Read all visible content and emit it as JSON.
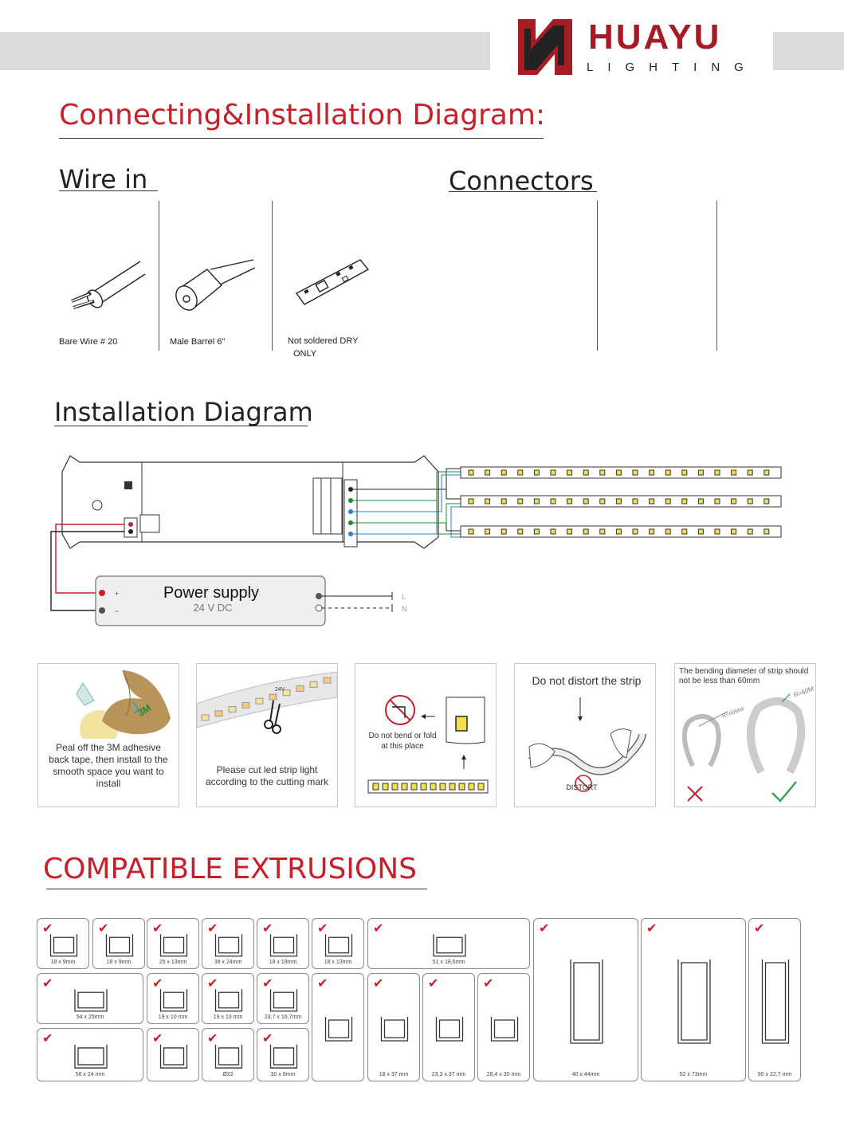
{
  "brand": {
    "name": "HUAYU",
    "sub": "LIGHTING",
    "color": "#a51c24"
  },
  "headings": {
    "main": "Connecting&Installation Diagram:",
    "wire_in": "Wire in",
    "connectors": "Connectors",
    "install": "Installation Diagram",
    "extrusions": "COMPATIBLE EXTRUSIONS"
  },
  "wire_items": [
    {
      "label": "Bare Wire # 20"
    },
    {
      "label": "Male Barrel 6\""
    },
    {
      "label": "Not soldered  DRY",
      "label2": "ONLY"
    }
  ],
  "diagram": {
    "power_title": "Power supply",
    "power_sub": "24 V DC",
    "plus": "+",
    "minus": "−",
    "L": "L",
    "N": "N"
  },
  "tips": [
    {
      "text": "Peal off the 3M adhesive back tape, then install to the smooth space you want to install",
      "label_3m": "3M"
    },
    {
      "text": "Please cut led strip light according to the cutting mark",
      "strip_label": "24V"
    },
    {
      "text": "Do not bend or fold at this place"
    },
    {
      "title": "Do not distort the strip",
      "text": "DISTORT"
    },
    {
      "text": "The bending diameter of strip should not be less than 60mm",
      "r1": "R>60MM",
      "r2": "R<60MM"
    }
  ],
  "extrusions": [
    {
      "label": "18 x 9mm"
    },
    {
      "label": "18 x 9mm"
    },
    {
      "label": "25 x 13mm"
    },
    {
      "label": "38 x 24mm"
    },
    {
      "label": "18 x 19mm"
    },
    {
      "label": "18 x 13mm"
    },
    {
      "label": "51 x 18,6mm"
    },
    {
      "label": "40 x 44mm"
    },
    {
      "label": "52 x 73mm"
    },
    {
      "label": "90 x 22,7 mm"
    },
    {
      "label": "54 x 25mm"
    },
    {
      "label": "19 x 10 mm"
    },
    {
      "label": "19 x 10 mm"
    },
    {
      "label": "23,7 x 16,7mm"
    },
    {
      "label": "56 x 24 mm"
    },
    {
      "label": "Ø22"
    },
    {
      "label": "30 x 9mm"
    },
    {
      "label": "18 x 37 mm"
    },
    {
      "label": "23,3 x 37 mm"
    },
    {
      "label": "28,4 x 30 mm"
    }
  ]
}
